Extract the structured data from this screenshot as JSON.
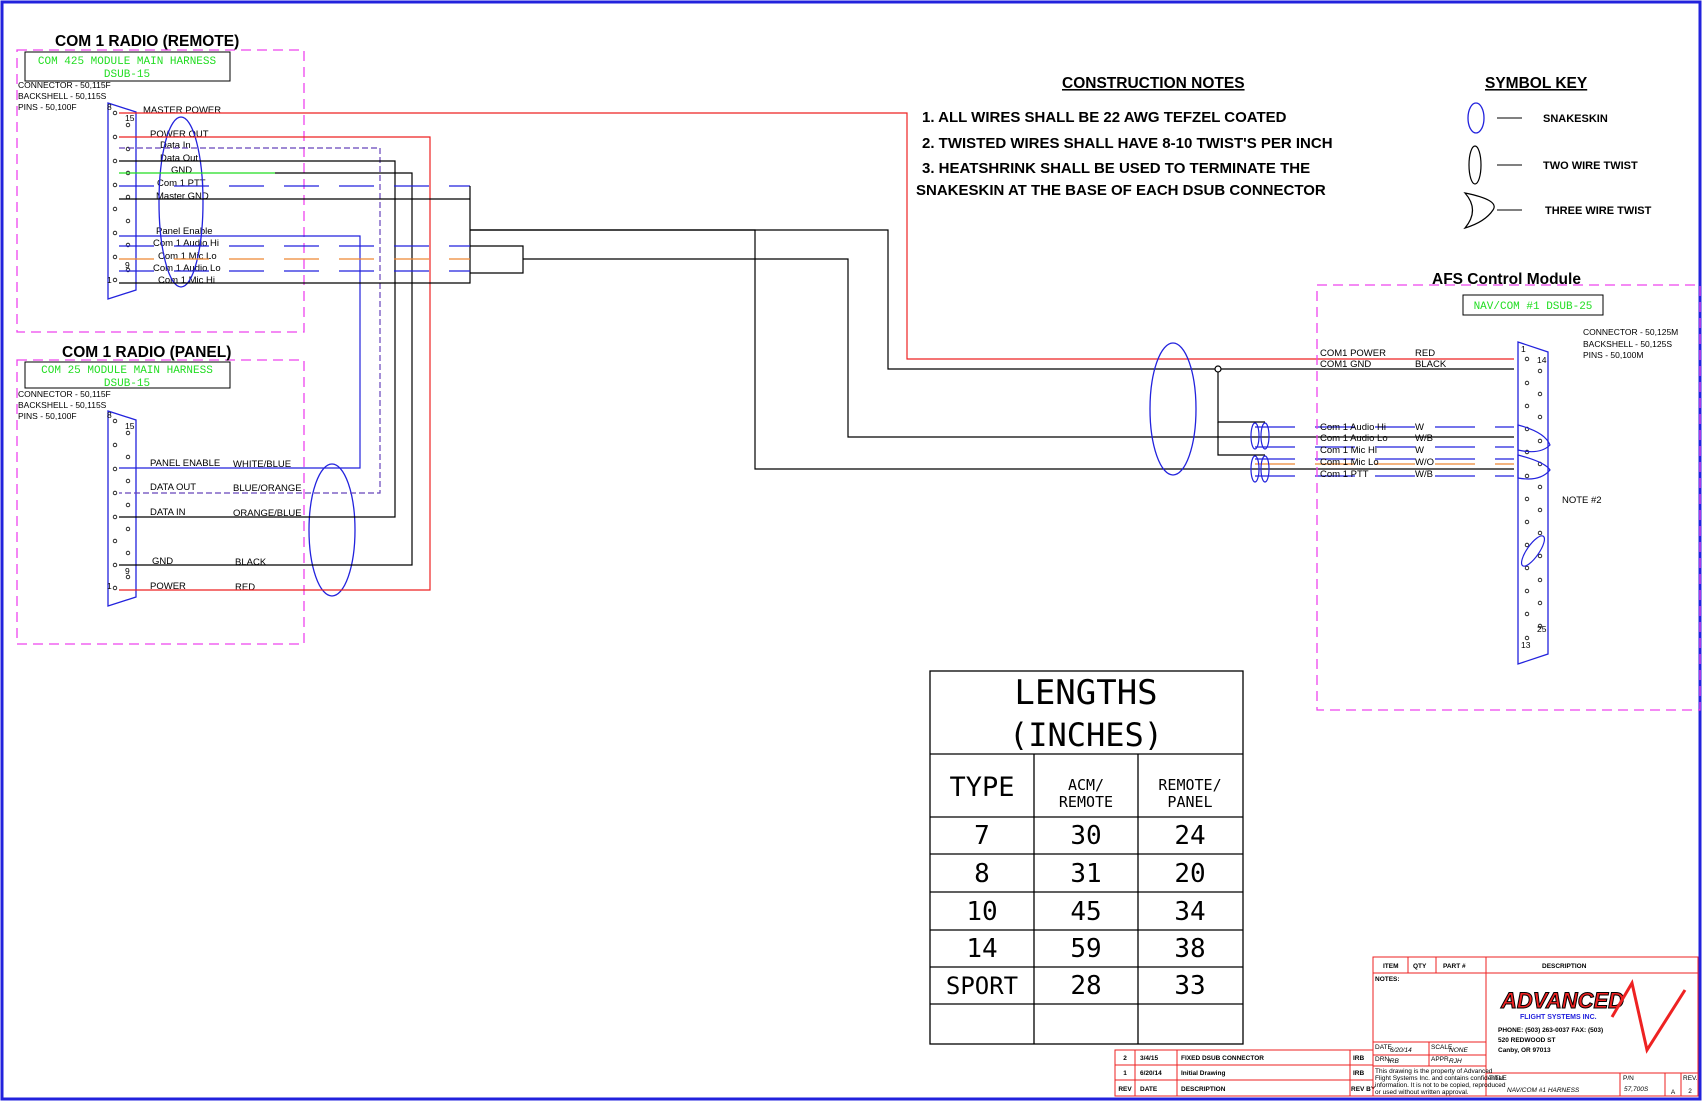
{
  "remote": {
    "title": "COM 1 RADIO (REMOTE)",
    "module_line1": "COM 425 MODULE MAIN HARNESS",
    "module_line2": "DSUB-15",
    "connector": "CONNECTOR - 50,115F",
    "backshell": "BACKSHELL - 50,115S",
    "pins": "PINS - 50,100F",
    "pin_top": "8",
    "pin_15": "15",
    "pin_9": "9",
    "pin_1": "1",
    "wires": [
      "MASTER POWER",
      "POWER OUT",
      "Data In",
      "Data Out",
      "GND",
      "Com 1 PTT",
      "Master GND",
      "Panel Enable",
      "Com 1 Audio Hi",
      "Com 1 Mic Lo",
      "Com 1 Audio Lo",
      "Com 1 Mic Hi"
    ]
  },
  "panel": {
    "title": "COM 1 RADIO (PANEL)",
    "module_line1": "COM 25 MODULE MAIN HARNESS",
    "module_line2": "DSUB-15",
    "connector": "CONNECTOR - 50,115F",
    "backshell": "BACKSHELL - 50,115S",
    "pins": "PINS - 50,100F",
    "pin_top": "8",
    "pin_15": "15",
    "pin_9": "9",
    "pin_1": "1",
    "wires": [
      {
        "name": "PANEL ENABLE",
        "color": "WHITE/BLUE"
      },
      {
        "name": "DATA OUT",
        "color": "BLUE/ORANGE"
      },
      {
        "name": "DATA IN",
        "color": "ORANGE/BLUE"
      },
      {
        "name": "GND",
        "color": "BLACK"
      },
      {
        "name": "POWER",
        "color": "RED"
      }
    ]
  },
  "notes": {
    "title": "CONSTRUCTION NOTES",
    "n1": "1. ALL WIRES SHALL BE 22 AWG TEFZEL COATED",
    "n2": "2. TWISTED WIRES SHALL HAVE 8-10 TWIST'S PER INCH",
    "n3a": "3. HEATSHRINK SHALL BE USED TO TERMINATE THE",
    "n3b": "SNAKESKIN AT THE BASE OF EACH DSUB CONNECTOR"
  },
  "symbol_key": {
    "title": "SYMBOL KEY",
    "snakeskin": "SNAKESKIN",
    "two_wire": "TWO WIRE TWIST",
    "three_wire": "THREE WIRE TWIST"
  },
  "afs": {
    "title": "AFS Control Module",
    "module": "NAV/COM #1 DSUB-25",
    "connector": "CONNECTOR - 50,125M",
    "backshell": "BACKSHELL - 50,125S",
    "pins": "PINS - 50,100M",
    "pin_1": "1",
    "pin_14": "14",
    "pin_25": "25",
    "pin_13": "13",
    "note2": "NOTE #2",
    "wires": [
      {
        "name": "COM1 POWER",
        "color": "RED"
      },
      {
        "name": "COM1 GND",
        "color": "BLACK"
      },
      {
        "name": "Com 1 Audio Hi",
        "color": "W"
      },
      {
        "name": "Com 1 Audio Lo",
        "color": "W/B"
      },
      {
        "name": "Com 1 Mic Hi",
        "color": "W"
      },
      {
        "name": "Com 1 Mic Lo",
        "color": "W/O"
      },
      {
        "name": "Com 1 PTT",
        "color": "W/B"
      }
    ]
  },
  "lengths": {
    "title1": "LENGTHS",
    "title2": "(INCHES)",
    "col_type": "TYPE",
    "col_acm1": "ACM/",
    "col_acm2": "REMOTE",
    "col_rp1": "REMOTE/",
    "col_rp2": "PANEL",
    "rows": [
      [
        "7",
        "30",
        "24"
      ],
      [
        "8",
        "31",
        "20"
      ],
      [
        "10",
        "45",
        "34"
      ],
      [
        "14",
        "59",
        "38"
      ],
      [
        "SPORT",
        "28",
        "33"
      ]
    ]
  },
  "revisions": {
    "rows": [
      {
        "rev": "2",
        "date": "3/4/15",
        "desc": "FIXED DSUB CONNECTOR",
        "by": "IRB"
      },
      {
        "rev": "1",
        "date": "6/20/14",
        "desc": "Initial Drawing",
        "by": "IRB"
      }
    ],
    "h_rev": "REV",
    "h_date": "DATE",
    "h_desc": "DESCRIPTION",
    "h_by": "REV BY"
  },
  "title_block": {
    "h_item": "ITEM",
    "h_qty": "QTY",
    "h_part": "PART #",
    "h_desc": "DESCRIPTION",
    "notes_label": "NOTES:",
    "logo_main": "ADVANCED",
    "logo_sub": "FLIGHT SYSTEMS INC.",
    "phone": "PHONE: (503) 263-0037  FAX: (503)",
    "street": "520 REDWOOD ST",
    "city": "Canby, OR 97013",
    "date_label": "DATE",
    "date_value": "6/20/14",
    "scale_label": "SCALE",
    "scale_value": "NONE",
    "drn_label": "DRN.",
    "drn_value": "IRB",
    "appr_label": "APPR.",
    "appr_value": "RJH",
    "prop1": "This drawing is the property of Advanced",
    "prop2": "Flight Systems Inc. and contains confidential",
    "prop3": "information. It is not to be copied, reproduced",
    "prop4": "or used without written approval.",
    "title_label": "TITLE",
    "title_value": "NAV/COM #1 HARNESS",
    "pn_label": "P/N",
    "pn_value": "57,700S",
    "size": "A",
    "rev_label": "REV.",
    "rev_value": "2"
  },
  "colors": {
    "red": "#ee2222",
    "blue": "#2222dd",
    "black": "#000000",
    "magenta": "#ee44ee",
    "green": "#22dd22",
    "orange": "#ee8833"
  }
}
